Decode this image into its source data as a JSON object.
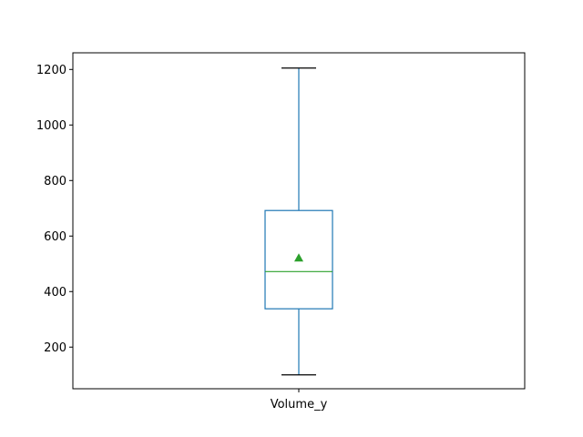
{
  "chart_data": {
    "type": "box",
    "title": "",
    "xlabel": "",
    "ylabel": "",
    "categories": [
      "Volume_y"
    ],
    "ylim": [
      50,
      1260
    ],
    "yticks": [
      200,
      400,
      600,
      800,
      1000,
      1200
    ],
    "ytick_labels": [
      "200",
      "400",
      "600",
      "800",
      "1000",
      "1200"
    ],
    "grid": false,
    "showmeans": true,
    "boxes": [
      {
        "label": "Volume_y",
        "whisker_low": 100,
        "q1": 338,
        "median": 472,
        "q3": 692,
        "whisker_high": 1205,
        "mean": 521
      }
    ],
    "colors": {
      "box": "#1f77b4",
      "whisker": "#1f77b4",
      "cap": "#000000",
      "median": "#2ca02c",
      "mean_marker": "#2ca02c"
    }
  }
}
